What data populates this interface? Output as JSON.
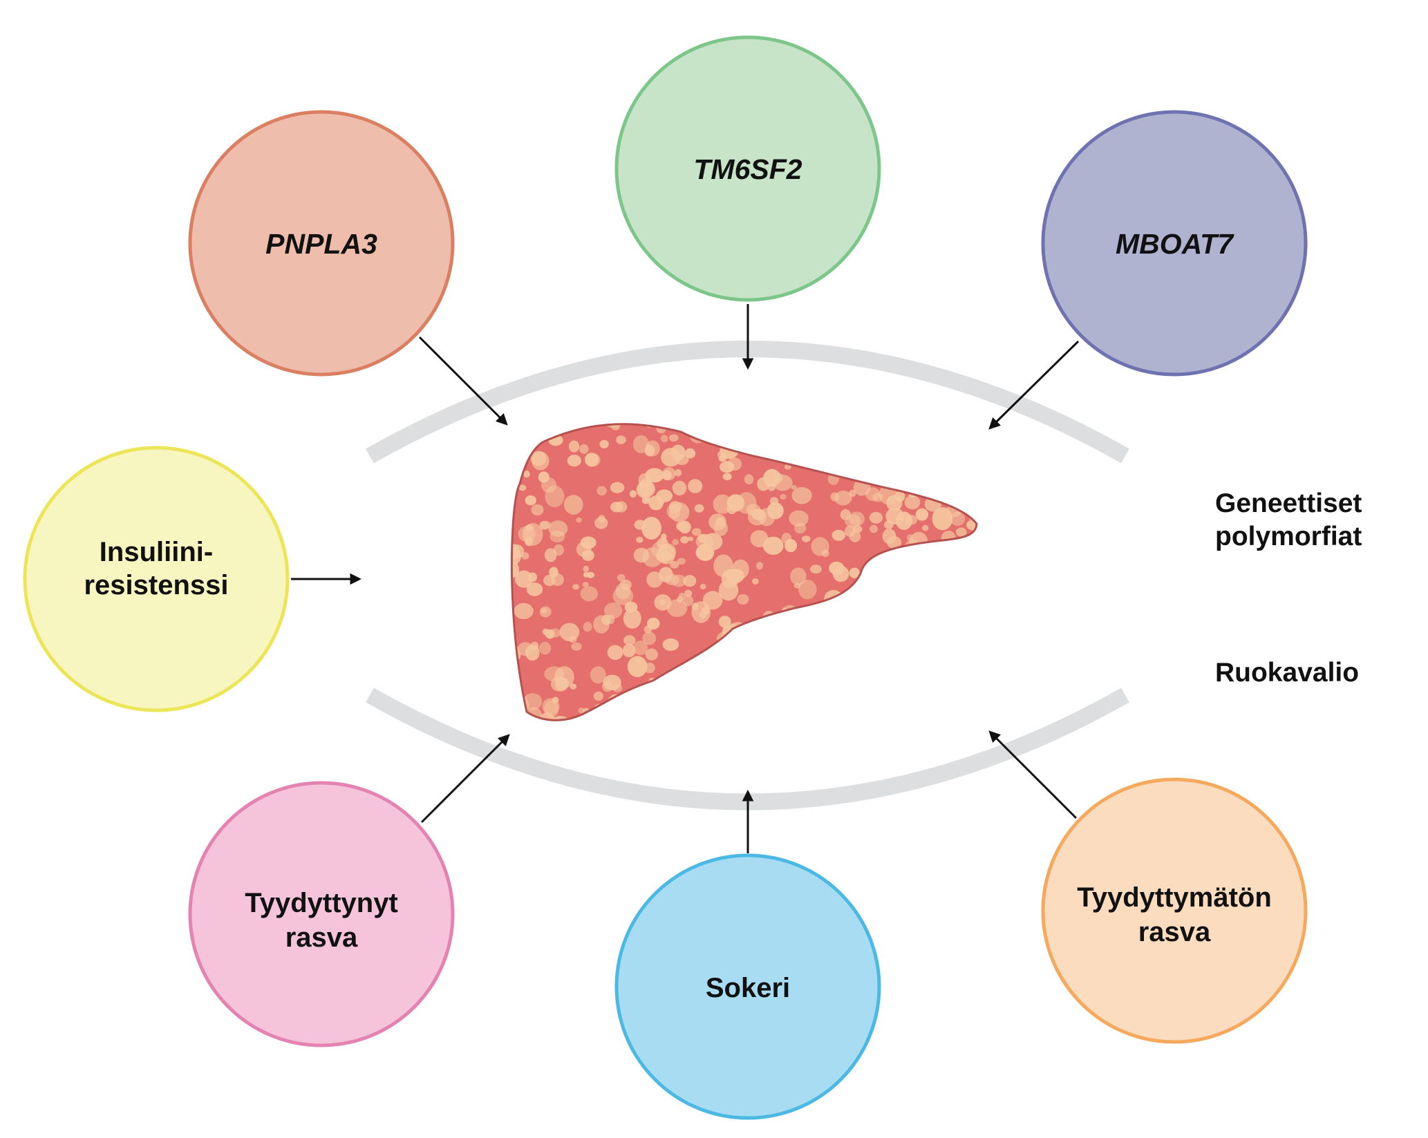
{
  "genes": [
    {
      "key": "pnpla3",
      "label": "PNPLA3",
      "fill": "#eebdab",
      "stroke": "#db7f62"
    },
    {
      "key": "tm6sf2",
      "label": "TM6SF2",
      "fill": "#c7e3c8",
      "stroke": "#7cc68a"
    },
    {
      "key": "mboat7",
      "label": "MBOAT7",
      "fill": "#b0b3d0",
      "stroke": "#6e72b0"
    }
  ],
  "factors": {
    "insulin": {
      "line1": "Insuliini-",
      "line2": "resistenssi",
      "fill": "#f8f6c0",
      "stroke": "#ece557"
    },
    "saturated": {
      "line1": "Tyydyttynyt",
      "line2": "rasva",
      "fill": "#f6c4da",
      "stroke": "#e483b1"
    },
    "sugar": {
      "label": "Sokeri",
      "fill": "#a8dcf3",
      "stroke": "#4cb9e5"
    },
    "unsaturated": {
      "line1": "Tyydyttymätön",
      "line2": "rasva",
      "fill": "#fbdcbf",
      "stroke": "#f6a95c"
    }
  },
  "side_labels": {
    "genetic_line1": "Geneettiset",
    "genetic_line2": "polymorfiat",
    "diet": "Ruokavalio"
  },
  "colors": {
    "arc": "#dcdedf",
    "arrow": "#111111",
    "liver_fill": "#e46f6c",
    "liver_stroke": "#b5524f",
    "fat_droplet": "#f5c6a0"
  }
}
